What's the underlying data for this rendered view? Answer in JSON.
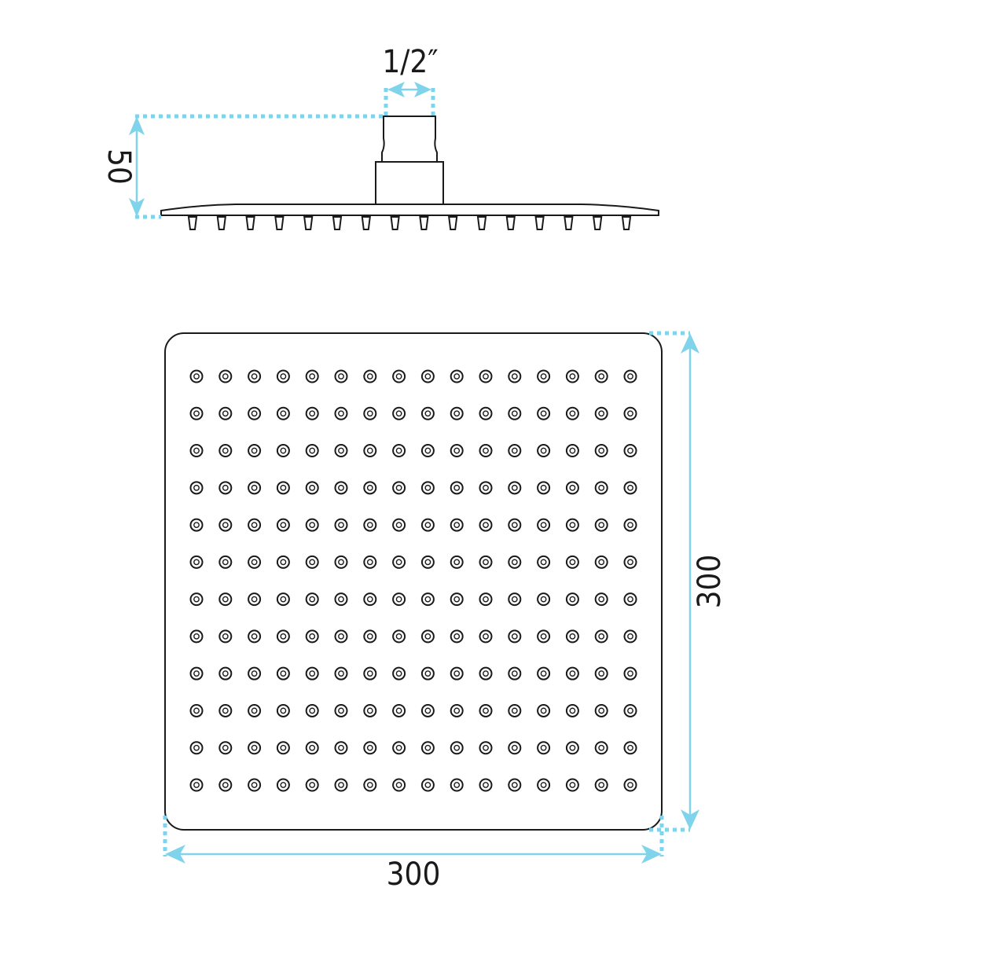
{
  "dimensions": {
    "thread_size": "1/2″",
    "height": "50",
    "width": "300",
    "depth": "300"
  },
  "nozzle_grid": {
    "columns": 16,
    "rows": 12
  },
  "colors": {
    "accent": "#7fd3ea",
    "line": "#1a1a1a"
  },
  "icons": {
    "nozzle": "nozzle-icon"
  }
}
